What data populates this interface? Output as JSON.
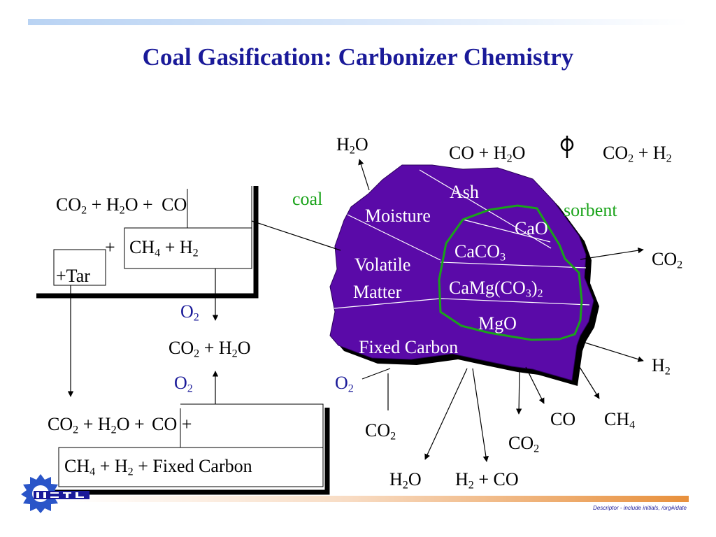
{
  "title": "Coal Gasification: Carbonizer Chemistry",
  "footer": "Descriptor - include initials, /org#/date",
  "colors": {
    "title": "#1a1a99",
    "particle": "#5a0aa8",
    "sorbent_outline": "#1aa31a",
    "label_green": "#1aa31a",
    "oxygen_label": "#1a1a99"
  },
  "icons": {
    "logo": "netl-gear-logo"
  },
  "particle": {
    "ash": "Ash",
    "moisture": "Moisture",
    "cao": "CaO",
    "caco3_base": "CaCO",
    "caco3_sub": "3",
    "volatile_1": "Volatile",
    "volatile_2": "Matter",
    "camg_base": "CaMg(CO",
    "camg_sub1": "3",
    "camg_close": ")",
    "camg_sub2": "2",
    "mgo": "MgO",
    "fixed_carbon": "Fixed Carbon"
  },
  "side_labels": {
    "coal": "coal",
    "sorbent": "sorbent"
  },
  "top": {
    "h2o": {
      "h": "H",
      "sub": "2",
      "o": "O"
    },
    "shift_left": {
      "a": "CO + H",
      "sub": "2",
      "b": "O"
    },
    "shift_right": {
      "a": "CO",
      "sub1": "2",
      "b": " + H",
      "sub2": "2"
    }
  },
  "right": {
    "co2": {
      "a": "CO",
      "sub": "2"
    },
    "h2": {
      "a": "H",
      "sub": "2"
    }
  },
  "bottom_products": {
    "co2_a": {
      "a": "CO",
      "sub": "2"
    },
    "h2o": {
      "h": "H",
      "sub": "2",
      "o": "O"
    },
    "h2_co": {
      "a": "H",
      "sub": "2",
      "b": " + CO"
    },
    "co2_b": {
      "a": "CO",
      "sub": "2"
    },
    "co": "CO",
    "ch4": {
      "a": "CH",
      "sub": "4"
    },
    "o2": {
      "a": "O",
      "sub": "2"
    }
  },
  "left_top_box": {
    "line1": {
      "a": "CO",
      "s1": "2",
      "b": " + H",
      "s2": "2",
      "c": "O + ",
      "d": "CO"
    },
    "line2": {
      "plus": "+",
      "a": "CH",
      "s1": "4",
      "b": " + H",
      "s2": "2"
    },
    "tar": "+Tar"
  },
  "middle": {
    "o2_top": {
      "a": "O",
      "sub": "2"
    },
    "combustion": {
      "a": "CO",
      "s1": "2",
      "b": " + H",
      "s2": "2",
      "c": "O"
    },
    "o2_bottom": {
      "a": "O",
      "sub": "2"
    }
  },
  "left_bottom_box": {
    "line1": {
      "a": "CO",
      "s1": "2",
      "b": " + H",
      "s2": "2",
      "c": "O + ",
      "d": "CO +"
    },
    "line2": {
      "a": "CH",
      "s1": "4",
      "b": " + H",
      "s2": "2",
      "c": " + Fixed Carbon"
    }
  }
}
